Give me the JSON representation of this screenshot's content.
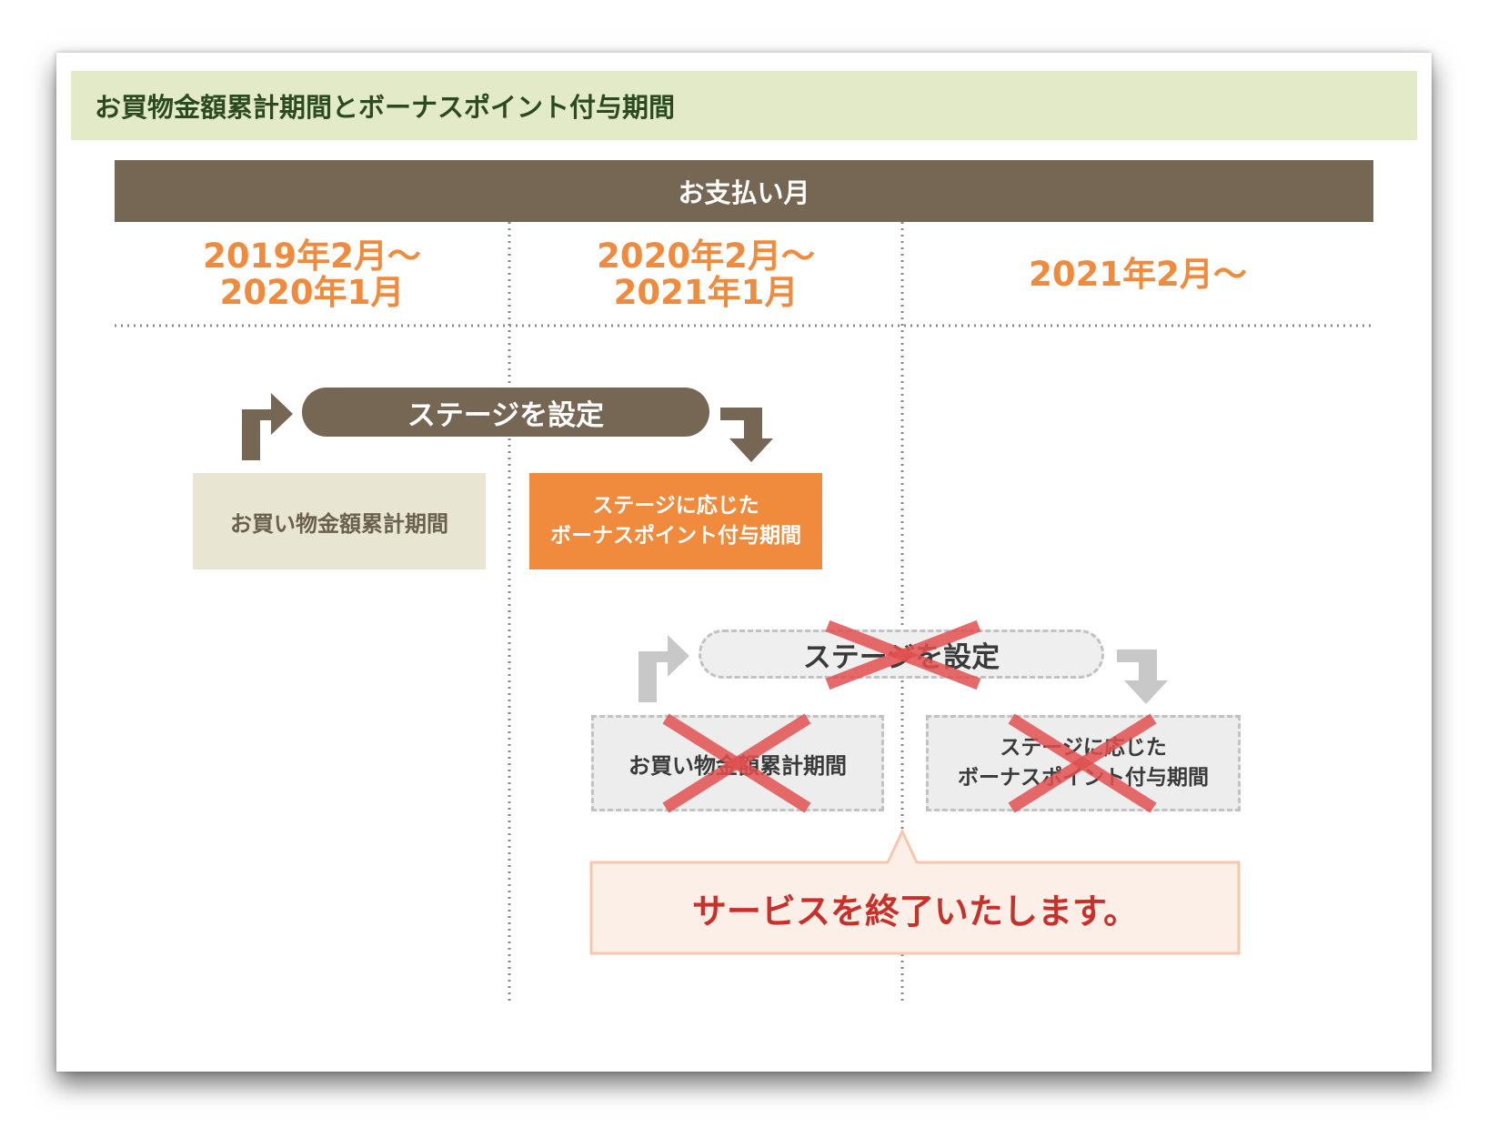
{
  "title": "お買物金額累計期間とボーナスポイント付与期間",
  "header": "お支払い月",
  "periods": {
    "p1_line1": "2019年2月～",
    "p1_line2": "2020年1月",
    "p2_line1": "2020年2月～",
    "p2_line2": "2021年1月",
    "p3": "2021年2月～"
  },
  "cycle1": {
    "stage_label": "ステージを設定",
    "accumulation_label": "お買い物金額累計期間",
    "bonus_line1": "ステージに応じた",
    "bonus_line2": "ボーナスポイント付与期間"
  },
  "cycle2": {
    "stage_label": "ステージを設定",
    "accumulation_label": "お買い物金額累計期間",
    "bonus_line1": "ステージに応じた",
    "bonus_line2": "ボーナスポイント付与期間"
  },
  "notice": "サービスを終了いたします。",
  "colors": {
    "title_bg": "#e3eac7",
    "title_text": "#2b4a20",
    "brown": "#766754",
    "orange": "#f08a3c",
    "beige_box": "#e8e6d3",
    "gray_box": "#ededed",
    "cross_red": "#e0504f",
    "notice_bg": "#fcefe7",
    "notice_border": "#f6c7ac",
    "notice_text": "#c9302a"
  }
}
